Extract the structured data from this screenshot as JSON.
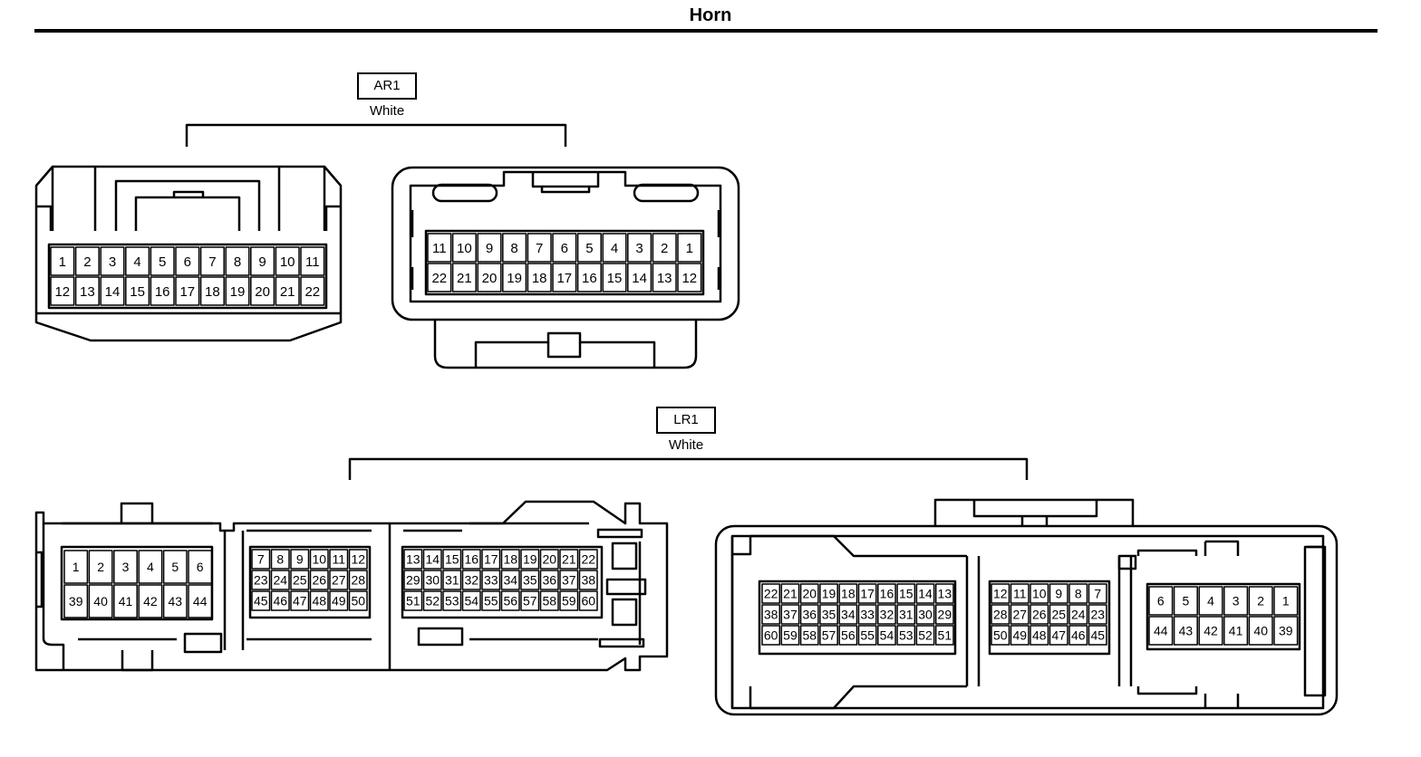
{
  "page": {
    "title": "Horn"
  },
  "connectors": [
    {
      "code": "AR1",
      "color": "White",
      "left_rows": [
        [
          "1",
          "2",
          "3",
          "4",
          "5",
          "6",
          "7",
          "8",
          "9",
          "10",
          "11"
        ],
        [
          "12",
          "13",
          "14",
          "15",
          "16",
          "17",
          "18",
          "19",
          "20",
          "21",
          "22"
        ]
      ],
      "right_rows": [
        [
          "11",
          "10",
          "9",
          "8",
          "7",
          "6",
          "5",
          "4",
          "3",
          "2",
          "1"
        ],
        [
          "22",
          "21",
          "20",
          "19",
          "18",
          "17",
          "16",
          "15",
          "14",
          "13",
          "12"
        ]
      ]
    },
    {
      "code": "LR1",
      "color": "White",
      "left_blocks": [
        [
          [
            "1",
            "2",
            "3",
            "4",
            "5",
            "6"
          ],
          [
            "39",
            "40",
            "41",
            "42",
            "43",
            "44"
          ]
        ],
        [
          [
            "7",
            "8",
            "9",
            "10",
            "11",
            "12"
          ],
          [
            "23",
            "24",
            "25",
            "26",
            "27",
            "28"
          ],
          [
            "45",
            "46",
            "47",
            "48",
            "49",
            "50"
          ]
        ],
        [
          [
            "13",
            "14",
            "15",
            "16",
            "17",
            "18",
            "19",
            "20",
            "21",
            "22"
          ],
          [
            "29",
            "30",
            "31",
            "32",
            "33",
            "34",
            "35",
            "36",
            "37",
            "38"
          ],
          [
            "51",
            "52",
            "53",
            "54",
            "55",
            "56",
            "57",
            "58",
            "59",
            "60"
          ]
        ]
      ],
      "right_blocks": [
        [
          [
            "22",
            "21",
            "20",
            "19",
            "18",
            "17",
            "16",
            "15",
            "14",
            "13"
          ],
          [
            "38",
            "37",
            "36",
            "35",
            "34",
            "33",
            "32",
            "31",
            "30",
            "29"
          ],
          [
            "60",
            "59",
            "58",
            "57",
            "56",
            "55",
            "54",
            "53",
            "52",
            "51"
          ]
        ],
        [
          [
            "12",
            "11",
            "10",
            "9",
            "8",
            "7"
          ],
          [
            "28",
            "27",
            "26",
            "25",
            "24",
            "23"
          ],
          [
            "50",
            "49",
            "48",
            "47",
            "46",
            "45"
          ]
        ],
        [
          [
            "6",
            "5",
            "4",
            "3",
            "2",
            "1"
          ],
          [
            "44",
            "43",
            "42",
            "41",
            "40",
            "39"
          ]
        ]
      ]
    }
  ]
}
